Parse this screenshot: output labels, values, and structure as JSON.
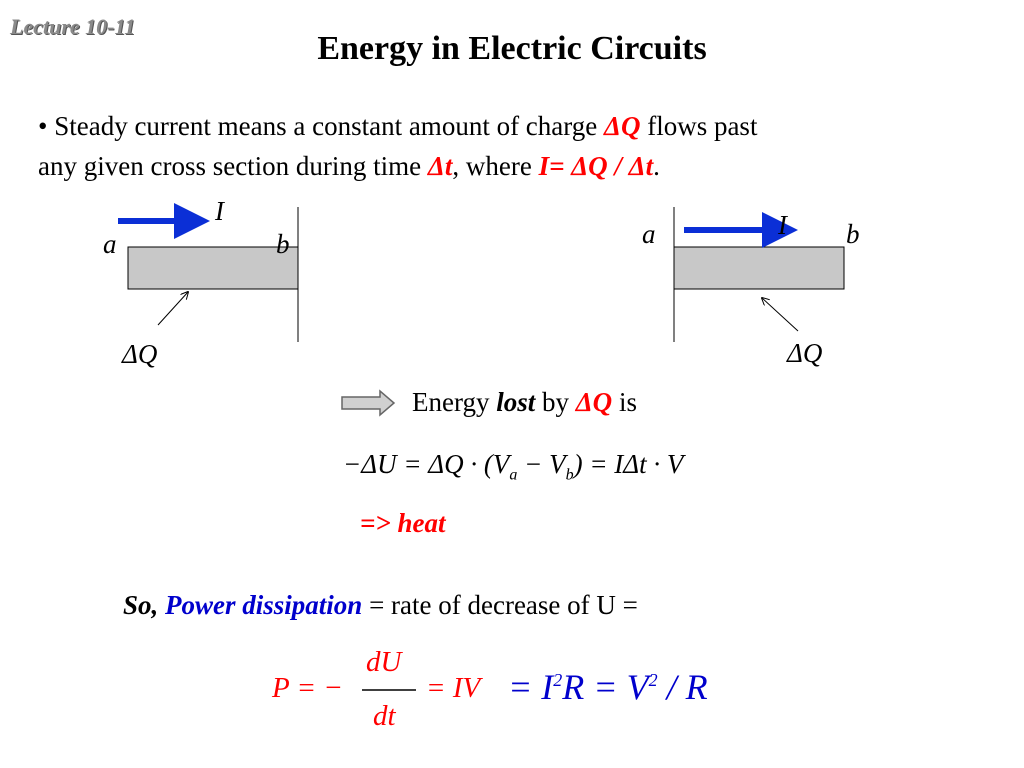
{
  "header": {
    "lecture": "Lecture 10-11",
    "title": "Energy in Electric Circuits"
  },
  "bullet": {
    "line1_text": "• Steady current means a constant amount of charge ",
    "line1_q": "ΔQ",
    "line1_tail": " flows past",
    "line2_text": "any given cross section during time ",
    "line2_t": "Δt",
    "line2_where": ", where ",
    "line2_formula": "I= ΔQ / Δt",
    "line2_end": "."
  },
  "diagram_left": {
    "current": "I",
    "a": "a",
    "b": "b",
    "charge": "ΔQ"
  },
  "diagram_right": {
    "current": "I",
    "a": "a",
    "b": "b",
    "charge": "ΔQ"
  },
  "energy": {
    "prefix": "Energy ",
    "lost": "lost",
    "by": " by ",
    "q": "ΔQ",
    "is": " is"
  },
  "equation1": {
    "lhs": "−ΔU = ΔQ · (V",
    "sub_a": "a",
    "mid": " − V",
    "sub_b": "b",
    "rhs": ") = IΔt · V"
  },
  "heat": "=> heat",
  "power": {
    "so": "So,",
    "pd": "Power dissipation",
    "rest": " = rate of decrease of U ="
  },
  "equation2": {
    "p": "P = −",
    "num": "dU",
    "den": "dt",
    "iv": "= IV",
    "rhs_a": "= I",
    "sq1": "2",
    "rhs_b": "R = V",
    "sq2": "2",
    "rhs_c": " / R"
  },
  "colors": {
    "red": "#ff0000",
    "blue": "#0000cc",
    "arrow_blue": "#0b2fd6",
    "bar_gray": "#c8c8c8"
  }
}
